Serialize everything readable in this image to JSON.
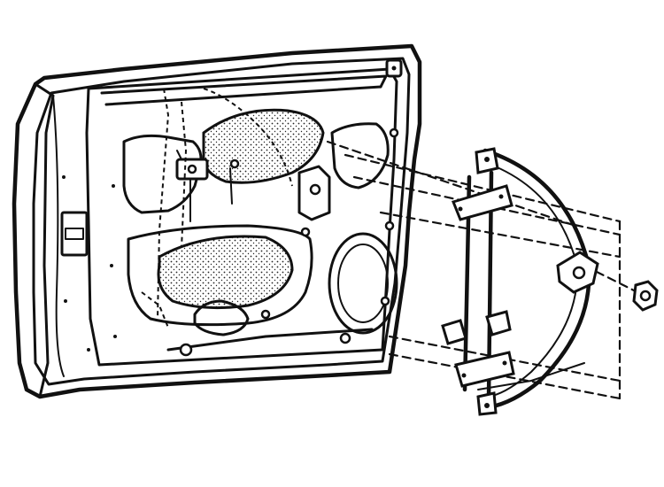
{
  "figure": {
    "parts": [
      {
        "name": "door-shell",
        "icon": "door-panel-icon"
      },
      {
        "name": "window-regulator",
        "icon": "window-regulator-icon"
      },
      {
        "name": "mounting-nut",
        "icon": "nut-icon"
      }
    ],
    "colors": {
      "ink": "#111111",
      "paper": "#ffffff"
    }
  }
}
